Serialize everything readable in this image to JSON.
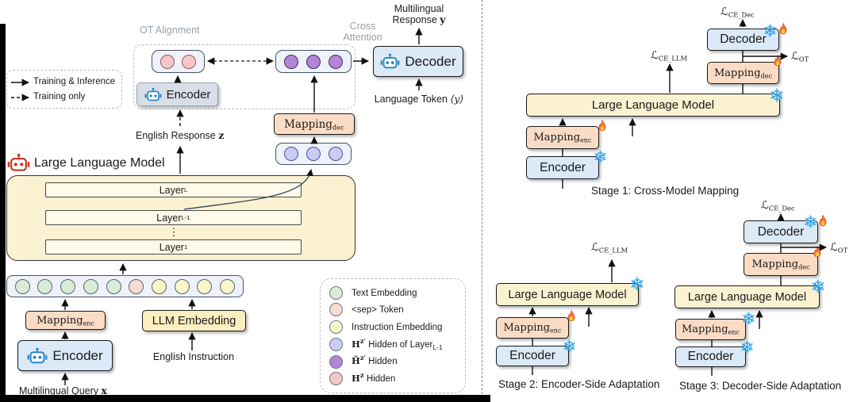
{
  "left": {
    "arrow_key": {
      "solid": "Training & Inference",
      "dashed": "Training only"
    },
    "ot_label": "OT Alignment",
    "cross_attention_1": "Cross",
    "cross_attention_2": "Attention",
    "response_1": "Multilingual",
    "response_2": "Response ",
    "response_var": "y",
    "decoder": "Decoder",
    "language_token": "Language Token ",
    "language_token_var": "⟨y⟩",
    "ot_encoder": "Encoder",
    "english_response": "English Response ",
    "english_response_var": "z",
    "llm_title": "Large Language Model",
    "layer_L": {
      "base": "Layer",
      "sub": "L"
    },
    "layer_L1": {
      "base": "Layer",
      "sub": "L-1"
    },
    "layer_dots": "⋮",
    "layer_1": {
      "base": "Layer",
      "sub": "1"
    },
    "mapping_dec": {
      "base": "Mapping",
      "sub": "dec"
    },
    "mapping_enc": {
      "base": "Mapping",
      "sub": "enc"
    },
    "llm_embedding": "LLM Embedding",
    "encoder": "Encoder",
    "english_instruction": "English Instruction",
    "multilingual_query": "Multilingual Query ",
    "multilingual_query_var": "x",
    "rows": {
      "h_z_pink": [
        "#F6C6CA",
        "#F6C6CA"
      ],
      "h_tilde_purple": [
        "#B285D8",
        "#B285D8",
        "#B285D8"
      ],
      "h_lavender": [
        "#CACCF4",
        "#CACCF4",
        "#CACCF4"
      ],
      "embedding": [
        "#DCEBD6",
        "#DCEBD6",
        "#DCEBD6",
        "#DCEBD6",
        "#DCEBD6",
        "#F7DCD0",
        "#FAF7C8",
        "#FAF7C8",
        "#FAF7C8",
        "#FAF7C8"
      ]
    }
  },
  "legend": {
    "items": [
      {
        "color": "#DCEBD6",
        "text": "Text Embedding"
      },
      {
        "color": "#F7DCD0",
        "text": "<sep> Token"
      },
      {
        "color": "#FAF7C8",
        "text": "Instruction Embedding"
      },
      {
        "color": "#CACCF4",
        "bold": "H",
        "sup": "z′",
        "text": " Hidden of Layer",
        "sub": "L-1"
      },
      {
        "color": "#B285D8",
        "bold": "H̃",
        "sup": "z′",
        "text": " Hidden"
      },
      {
        "color": "#F6C6CA",
        "bold": "H",
        "sup": "z",
        "text": " Hidden"
      }
    ]
  },
  "stage1": {
    "loss_dec": {
      "base": "ℒ",
      "sub": "CE_Dec"
    },
    "loss_llm": {
      "base": "ℒ",
      "sub": "CE_LLM"
    },
    "loss_ot": {
      "base": "ℒ",
      "sub": "OT"
    },
    "decoder": "Decoder",
    "mapping_dec": {
      "base": "Mapping",
      "sub": "dec"
    },
    "llm": "Large Language Model",
    "mapping_enc": {
      "base": "Mapping",
      "sub": "enc"
    },
    "encoder": "Encoder",
    "caption": "Stage 1: Cross-Model Mapping"
  },
  "stage2": {
    "loss_llm": {
      "base": "ℒ",
      "sub": "CE_LLM"
    },
    "llm": "Large Language Model",
    "mapping_enc": {
      "base": "Mapping",
      "sub": "enc"
    },
    "encoder": "Encoder",
    "caption": "Stage 2: Encoder-Side Adaptation"
  },
  "stage3": {
    "loss_dec": {
      "base": "ℒ",
      "sub": "CE_Dec"
    },
    "loss_ot": {
      "base": "ℒ",
      "sub": "OT"
    },
    "decoder": "Decoder",
    "mapping_dec": {
      "base": "Mapping",
      "sub": "dec"
    },
    "llm": "Large Language Model",
    "mapping_enc": {
      "base": "Mapping",
      "sub": "enc"
    },
    "encoder": "Encoder",
    "caption": "Stage 3: Decoder-Side Adaptation"
  },
  "colors": {
    "llm_fill": "#FBF2D2",
    "layer_fill": "#FEF9E8",
    "mapping_fill": "#FADCC5",
    "model_blue_fill": "#DCE9F6",
    "ot_encoder_fill": "#D8DEE8",
    "llm_embedding_fill": "#FBEEC0",
    "token_row_fill": "#EFF2F8",
    "robot_blue": "#2584C6",
    "robot_red": "#C43C28",
    "snowflake_blue": "#3BA7E8",
    "fire_orange": "#F5822B"
  }
}
